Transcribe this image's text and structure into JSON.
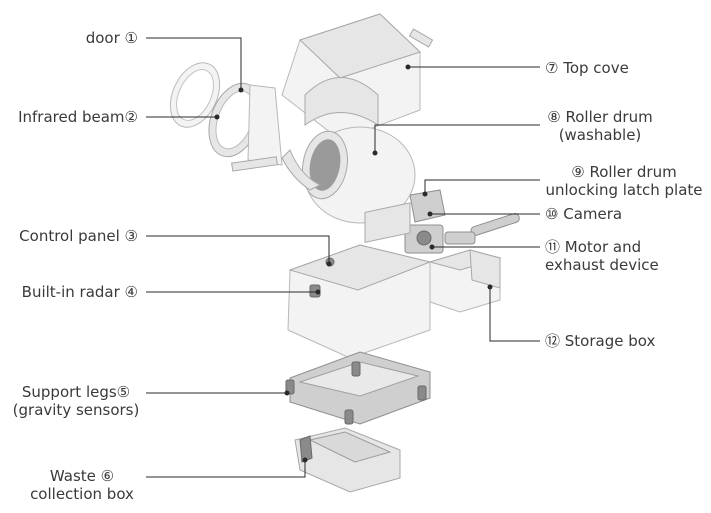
{
  "labels": {
    "l1": "door ①",
    "l2": "Infrared beam②",
    "l3": "Control panel ③",
    "l4": "Built-in radar ④",
    "l5a": "Support legs⑤",
    "l5b": "(gravity sensors)",
    "l6a": "Waste ⑥",
    "l6b": "collection box",
    "l7": "⑦ Top cove",
    "l8a": "⑧ Roller drum",
    "l8b": "(washable)",
    "l9a": "⑨ Roller drum",
    "l9b": "unlocking latch plate",
    "l10": "⑩ Camera",
    "l11a": "⑪ Motor and",
    "l11b": "exhaust device",
    "l12": "⑫ Storage box"
  }
}
